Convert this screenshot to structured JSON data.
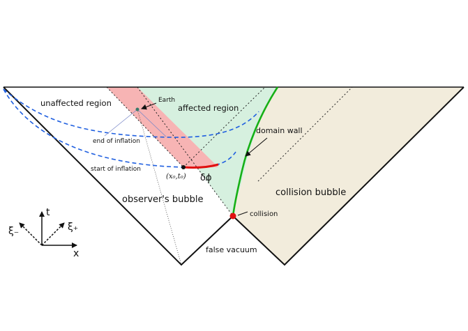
{
  "colors": {
    "affected_region": "#d6f0df",
    "collision_bubble": "#f2ecdc",
    "observer_strip": "#f7b4b4",
    "domain_wall": "#16b016",
    "inflation_surfaces": "#1f5fe0",
    "delta_phi_arc": "#e01010",
    "collision_point": "#e01010"
  },
  "labels": {
    "unaffected_region": "unaffected region",
    "affected_region": "affected region",
    "earth": "Earth",
    "domain_wall": "domain wall",
    "end_of_inflation": "end of inflation",
    "start_of_inflation": "start of inflation",
    "x0t0": "(x₀,t₀)",
    "delta_phi": "δϕ",
    "observers_bubble": "observer's bubble",
    "collision_bubble": "collision bubble",
    "collision": "collision",
    "false_vacuum": "false vacuum"
  },
  "axes": {
    "t": "t",
    "x": "x",
    "xi_minus": "ξ₋",
    "xi_plus": "ξ₊"
  }
}
